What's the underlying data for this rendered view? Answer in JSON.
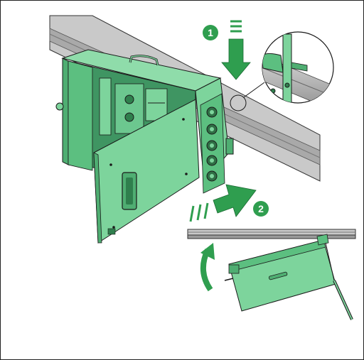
{
  "diagram": {
    "steps": [
      {
        "number": "1"
      },
      {
        "number": "2"
      }
    ],
    "colors": {
      "enclosure": "#7dd49c",
      "enclosure_dark": "#4fae72",
      "enclosure_shadow": "#2f7f4d",
      "rail": "#bfbfbf",
      "rail_dark": "#8a8a8a",
      "arrow": "#2f9e4f",
      "outline": "#1a1a1a"
    },
    "icons": [
      "enclosure-illustration",
      "rail",
      "down-arrow",
      "push-arrow",
      "rotate-arrow",
      "detail-magnifier"
    ]
  }
}
